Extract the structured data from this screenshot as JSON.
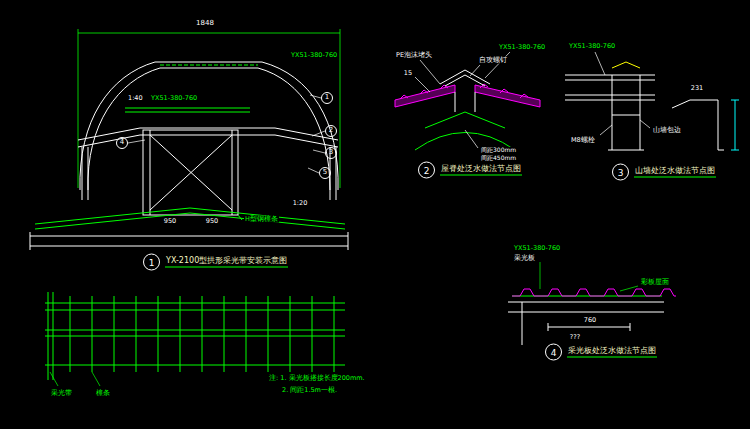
{
  "diagram": {
    "nodes": [
      {
        "text": [
          "1",
          "YX-2100型拱形采光带安装示意图"
        ]
      },
      {
        "text": [
          "2",
          "屋脊处泛水做法节点图"
        ]
      },
      {
        "text": [
          "3",
          "山墙处泛水做法节点图"
        ]
      },
      {
        "text": [
          "4",
          "采光板处泛水做法节点图"
        ]
      }
    ],
    "labels": [
      "1848",
      "YX51-380-760",
      "YX51-380-760",
      "1:40",
      "1",
      "2",
      "3",
      "4",
      "5",
      "950",
      "950",
      "H型钢檩条",
      "1:20",
      "PE泡沫堵头",
      "YX51-380-760",
      "15",
      "自攻螺钉",
      "间距300mm",
      "间距450mm",
      "YX51-380-760",
      "231",
      "山墙包边",
      "M8螺栓",
      "YX51-380-760",
      "采光板",
      "彩板屋面",
      "760",
      "???",
      "采光带",
      "檩条",
      "注: 1. 采光板搭接长度200mm.",
      "2. 间距1.5m一根."
    ]
  }
}
